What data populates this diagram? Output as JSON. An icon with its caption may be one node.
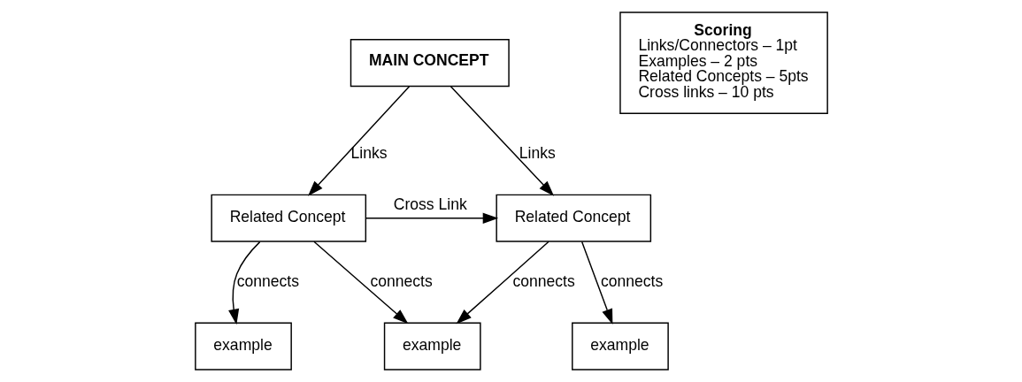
{
  "diagram": {
    "nodes": [
      {
        "text": [
          "MAIN CONCEPT"
        ]
      },
      {
        "text": [
          "Related Concept"
        ]
      },
      {
        "text": [
          "Related Concept"
        ]
      },
      {
        "text": [
          "example"
        ]
      },
      {
        "text": [
          "example"
        ]
      },
      {
        "text": [
          "example"
        ]
      },
      {
        "text": [
          "Scoring",
          "Links/Connectors – 1pt",
          "Examples – 2 pts",
          "Related Concepts – 5pts",
          "Cross links – 10 pts"
        ]
      }
    ],
    "edges": [
      {
        "from": 0,
        "to": 1,
        "arrow": "to",
        "label": "Links"
      },
      {
        "from": 0,
        "to": 2,
        "arrow": "to",
        "label": "Links"
      },
      {
        "from": 1,
        "to": 2,
        "arrow": "to",
        "label": "Cross Link"
      },
      {
        "from": 1,
        "to": 3,
        "arrow": "to",
        "label": "connects"
      },
      {
        "from": 1,
        "to": 4,
        "arrow": "to",
        "label": "connects"
      },
      {
        "from": 2,
        "to": 4,
        "arrow": "to",
        "label": "connects"
      },
      {
        "from": 2,
        "to": 5,
        "arrow": "to",
        "label": "connects"
      }
    ]
  }
}
